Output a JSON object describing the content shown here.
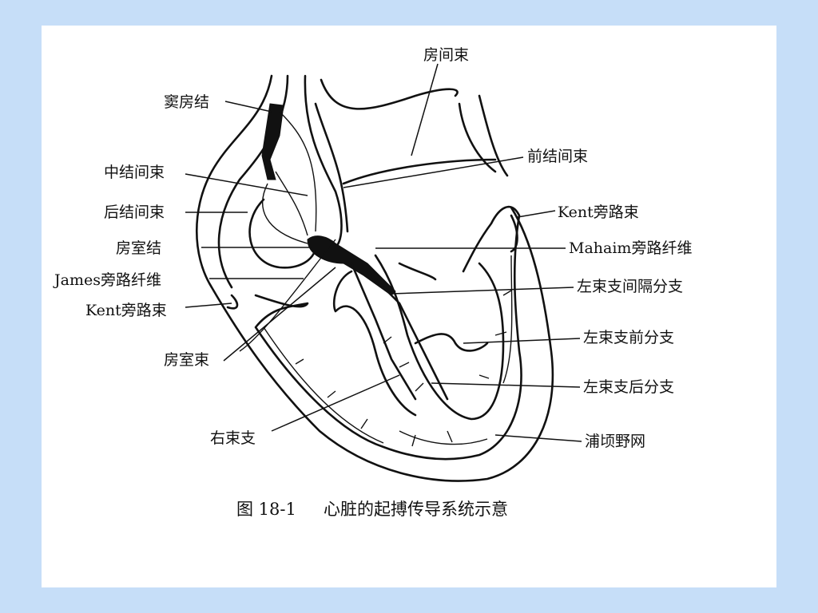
{
  "labels": {
    "interatrial_bundle": "房间束",
    "sinoatrial_node": "窦房结",
    "anterior_internodal": "前结间束",
    "middle_internodal": "中结间束",
    "posterior_internodal": "后结间束",
    "kent_right": "Kent旁路束",
    "av_node": "房室结",
    "mahaim": "Mahaim旁路纤维",
    "james": "James旁路纤维",
    "left_septal": "左束支间隔分支",
    "kent_left": "Kent旁路束",
    "left_anterior": "左束支前分支",
    "his_bundle": "房室束",
    "left_posterior": "左束支后分支",
    "right_bundle": "右束支",
    "purkinje": "浦顷野网"
  },
  "caption": {
    "number": "图 18-1",
    "title": "心脏的起搏传导系统示意"
  }
}
